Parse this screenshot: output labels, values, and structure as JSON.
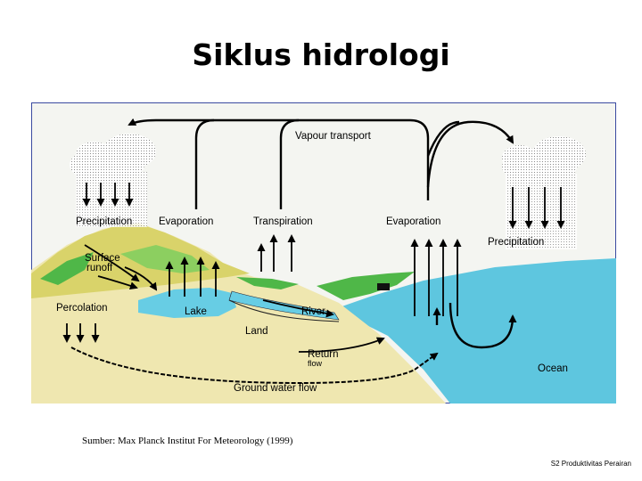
{
  "slide": {
    "title": "Siklus hidrologi",
    "source": "Sumber:  Max Planck Institut For Meteorology (1999)",
    "footer": "S2 Produktivitas Perairan"
  },
  "diagram": {
    "labels": {
      "vapour_transport": "Vapour transport",
      "precipitation_left": "Precipitation",
      "evaporation_left": "Evaporation",
      "transpiration": "Transpiration",
      "evaporation_right": "Evaporation",
      "precipitation_right": "Precipitation",
      "surface": "Surface",
      "runoff": "runoff",
      "percolation": "Percolation",
      "lake": "Lake",
      "river": "River",
      "land": "Land",
      "return": "Return",
      "flow": "flow",
      "ocean": "Ocean",
      "ground_water_flow": "Ground water flow"
    },
    "colors": {
      "sky": "#f4f5f1",
      "ocean": "#5ec6df",
      "lake": "#67cde4",
      "land": "#efe7b0",
      "vegetation": "#4fb748",
      "hills": "#d9d36a",
      "frame": "#3a4aa0",
      "arrow": "#000000"
    }
  }
}
